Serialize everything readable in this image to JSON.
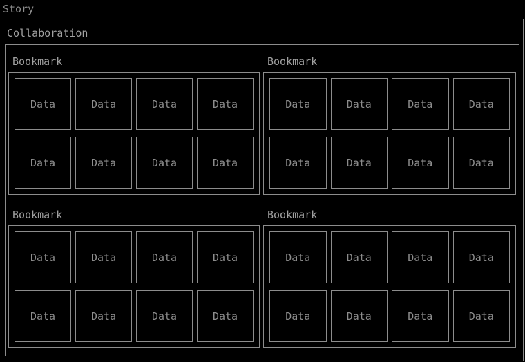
{
  "colors": {
    "background": "#000000",
    "border": "#8c8c8c",
    "text": "#8c8c8c",
    "heading_text": "#a0a0a0"
  },
  "story": {
    "title": "Story"
  },
  "collaboration": {
    "title": "Collaboration"
  },
  "bookmarks": [
    {
      "title": "Bookmark",
      "cells": [
        {
          "label": "Data"
        },
        {
          "label": "Data"
        },
        {
          "label": "Data"
        },
        {
          "label": "Data"
        },
        {
          "label": "Data"
        },
        {
          "label": "Data"
        },
        {
          "label": "Data"
        },
        {
          "label": "Data"
        }
      ]
    },
    {
      "title": "Bookmark",
      "cells": [
        {
          "label": "Data"
        },
        {
          "label": "Data"
        },
        {
          "label": "Data"
        },
        {
          "label": "Data"
        },
        {
          "label": "Data"
        },
        {
          "label": "Data"
        },
        {
          "label": "Data"
        },
        {
          "label": "Data"
        }
      ]
    },
    {
      "title": "Bookmark",
      "cells": [
        {
          "label": "Data"
        },
        {
          "label": "Data"
        },
        {
          "label": "Data"
        },
        {
          "label": "Data"
        },
        {
          "label": "Data"
        },
        {
          "label": "Data"
        },
        {
          "label": "Data"
        },
        {
          "label": "Data"
        }
      ]
    },
    {
      "title": "Bookmark",
      "cells": [
        {
          "label": "Data"
        },
        {
          "label": "Data"
        },
        {
          "label": "Data"
        },
        {
          "label": "Data"
        },
        {
          "label": "Data"
        },
        {
          "label": "Data"
        },
        {
          "label": "Data"
        },
        {
          "label": "Data"
        }
      ]
    }
  ]
}
